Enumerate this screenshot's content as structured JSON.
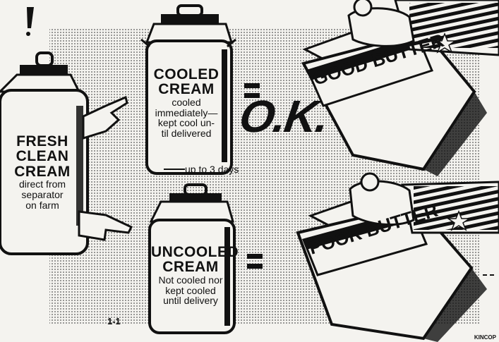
{
  "fresh_can": {
    "line1": "FRESH",
    "line2": "CLEAN",
    "line3": "CREAM",
    "line4": "direct from",
    "line5": "separator",
    "line6": "on farm"
  },
  "cooled_can": {
    "line1": "COOLED",
    "line2": "CREAM",
    "line3": "cooled",
    "line4": "immediately—",
    "line5": "kept cool un-",
    "line6": "til delivered",
    "note": "up to 3 days"
  },
  "uncooled_can": {
    "line1": "UNCOOLED",
    "line2": "CREAM",
    "line3": "Not cooled nor",
    "line4": "kept cooled",
    "line5": "until delivery"
  },
  "verdict": "O.K.",
  "good_label": "GOOD BUTTER",
  "poor_label": "POOR BUTTER",
  "figure_mark": "1-1",
  "credit": "KINCOP",
  "colors": {
    "ink": "#111111",
    "paper": "#f4f3ef"
  }
}
